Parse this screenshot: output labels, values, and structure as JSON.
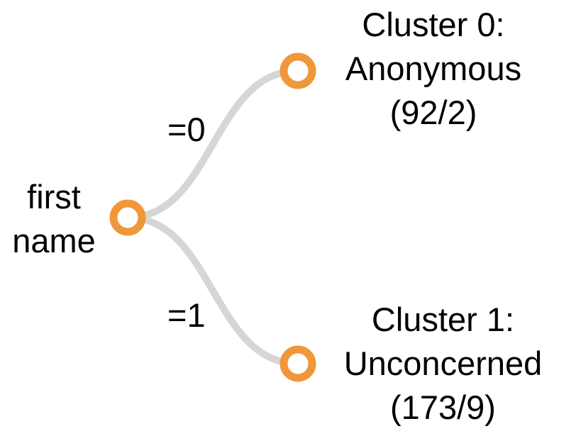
{
  "diagram": {
    "root": {
      "label_lines": [
        "first",
        "name"
      ]
    },
    "edges": [
      {
        "label": "=0"
      },
      {
        "label": "=1"
      }
    ],
    "leaves": [
      {
        "label_lines": [
          "Cluster 0:",
          "Anonymous",
          "(92/2)"
        ]
      },
      {
        "label_lines": [
          "Cluster 1:",
          "Unconcerned",
          "(173/9)"
        ]
      }
    ]
  },
  "colors": {
    "node_stroke": "#f0973a",
    "node_fill": "#ffffff",
    "link": "#d6d6d6",
    "text": "#000000"
  }
}
